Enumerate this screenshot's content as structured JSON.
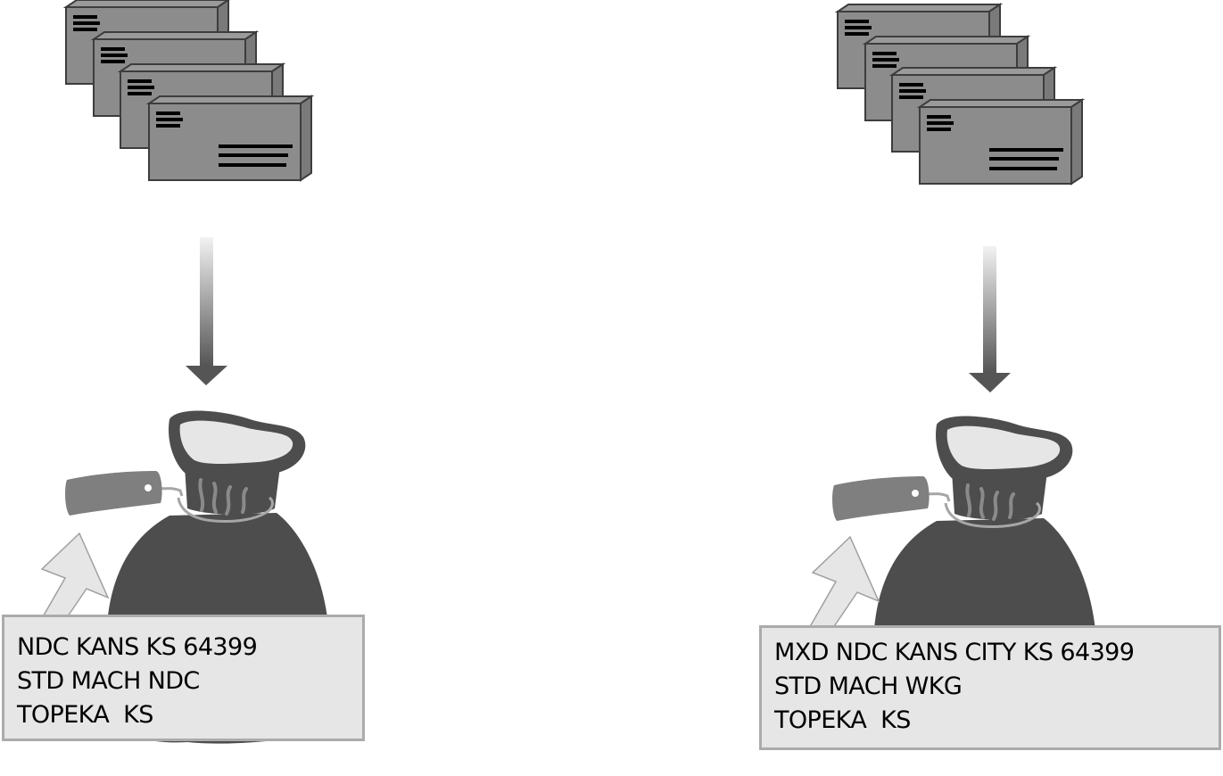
{
  "diagram": {
    "description": "Mail pieces sorted into sacks with routing labels",
    "colors": {
      "envelope_fill": "#8c8c8c",
      "envelope_side": "#7a7a7a",
      "envelope_stroke": "#3d3d3d",
      "address_lines": "#000000",
      "sack_fill": "#4d4d4d",
      "sack_opening": "#e6e6e6",
      "tag_fill": "#7f7f7f",
      "string": "#a6a6a6",
      "arrow_gradient_top": "#f2f2f2",
      "arrow_gradient_bottom": "#555555",
      "label_bg": "#e6e6e6",
      "label_border": "#ababab"
    },
    "panels": [
      {
        "id": "left",
        "envelope_count": 4,
        "label_lines": [
          "NDC KANS KS 64399",
          "STD MACH NDC",
          "TOPEKA  KS"
        ]
      },
      {
        "id": "right",
        "envelope_count": 4,
        "label_lines": [
          "MXD NDC KANS CITY KS 64399",
          "STD MACH WKG",
          "TOPEKA  KS"
        ]
      }
    ]
  }
}
